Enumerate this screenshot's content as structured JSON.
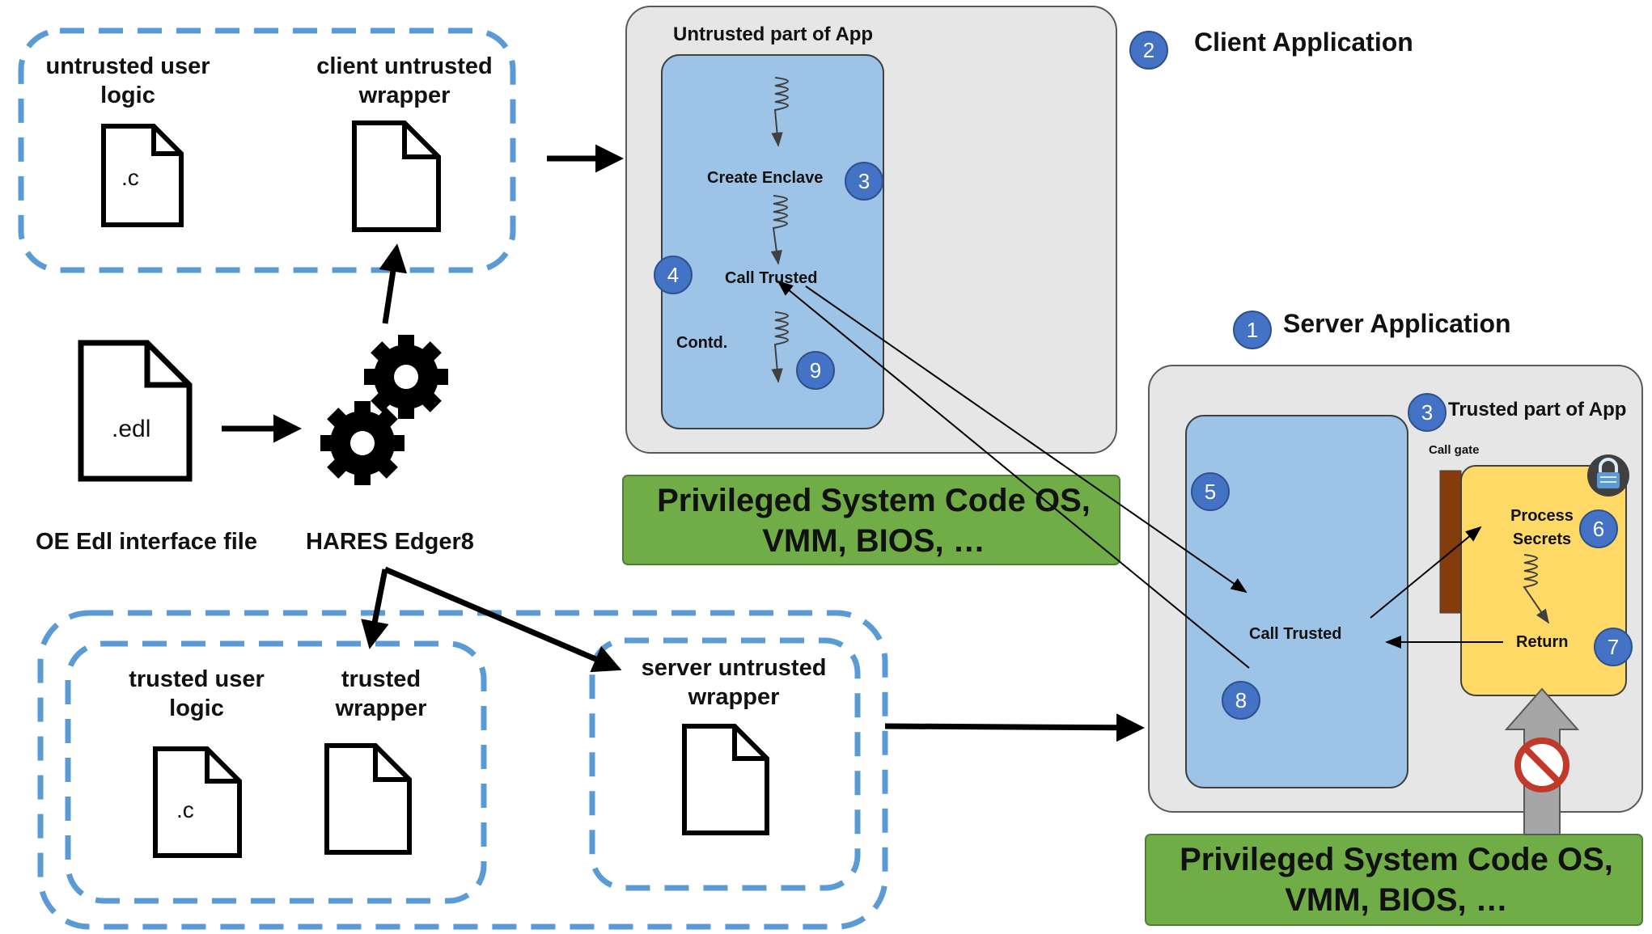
{
  "top_group": {
    "untrusted_user_logic": "untrusted user logic",
    "client_untrusted_wrapper": "client untrusted wrapper",
    "c_ext": ".c"
  },
  "edl": {
    "ext": ".edl",
    "caption": "OE Edl interface file"
  },
  "edger": {
    "caption": "HARES Edger8"
  },
  "bottom_group": {
    "trusted_user_logic": "trusted user logic",
    "trusted_wrapper": "trusted wrapper",
    "server_untrusted_wrapper": "server untrusted wrapper",
    "c_ext": ".c"
  },
  "client_app": {
    "title": "Client Application",
    "title_num": "2",
    "untrusted_part": "Untrusted part of App",
    "create_enclave": "Create Enclave",
    "call_trusted": "Call Trusted",
    "contd": "Contd.",
    "n3": "3",
    "n4": "4",
    "n9": "9",
    "privileged": "Privileged System Code OS, VMM, BIOS, …"
  },
  "server_app": {
    "title": "Server Application",
    "title_num": "1",
    "trusted_part": "Trusted part of App",
    "trusted_num": "3",
    "call_gate": "Call gate",
    "process_secrets": "Process Secrets",
    "return": "Return",
    "call_trusted": "Call Trusted",
    "n5": "5",
    "n6": "6",
    "n7": "7",
    "n8": "8",
    "privileged": "Privileged System Code OS, VMM, BIOS, …"
  },
  "colors": {
    "dashed_blue": "#5b9bd5",
    "panel_gray": "#e7e6e6",
    "enclave_blue": "#9dc3e6",
    "trusted_yellow": "#ffd966",
    "privileged_green": "#70ad47",
    "badge_blue": "#4472c4",
    "gate_brown": "#843c0c"
  }
}
